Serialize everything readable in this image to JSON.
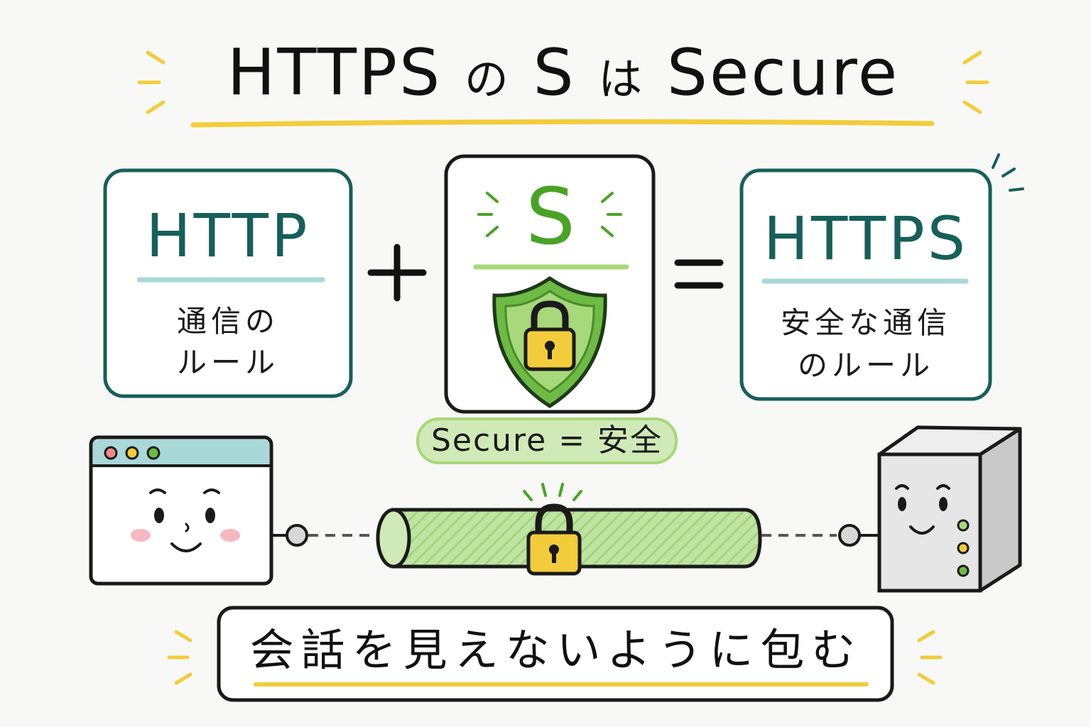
{
  "title": {
    "part1": "HTTPS",
    "part2": "の",
    "part3": "S",
    "part4": "は",
    "part5": "Secure"
  },
  "http_box": {
    "word": "HTTP",
    "line1": "通信の",
    "line2": "ルール"
  },
  "s_box": {
    "letter": "S",
    "shield_icon": "shield-lock-icon"
  },
  "https_box": {
    "word": "HTTPS",
    "line1": "安全な通信",
    "line2": "のルール"
  },
  "operators": {
    "plus": "+",
    "equals": "="
  },
  "secure_label": "Secure = 安全",
  "caption": "会話を見えないように包む",
  "icons": {
    "browser": "browser-window-face-icon",
    "server": "server-face-icon",
    "tunnel": "encrypted-tunnel-icon",
    "padlock": "padlock-icon"
  },
  "colors": {
    "teal": "#175f5a",
    "green": "#4aa325",
    "light_green": "#bfe3a0",
    "yellow": "#f2cc3a",
    "light_blue": "#a8d8d8"
  }
}
